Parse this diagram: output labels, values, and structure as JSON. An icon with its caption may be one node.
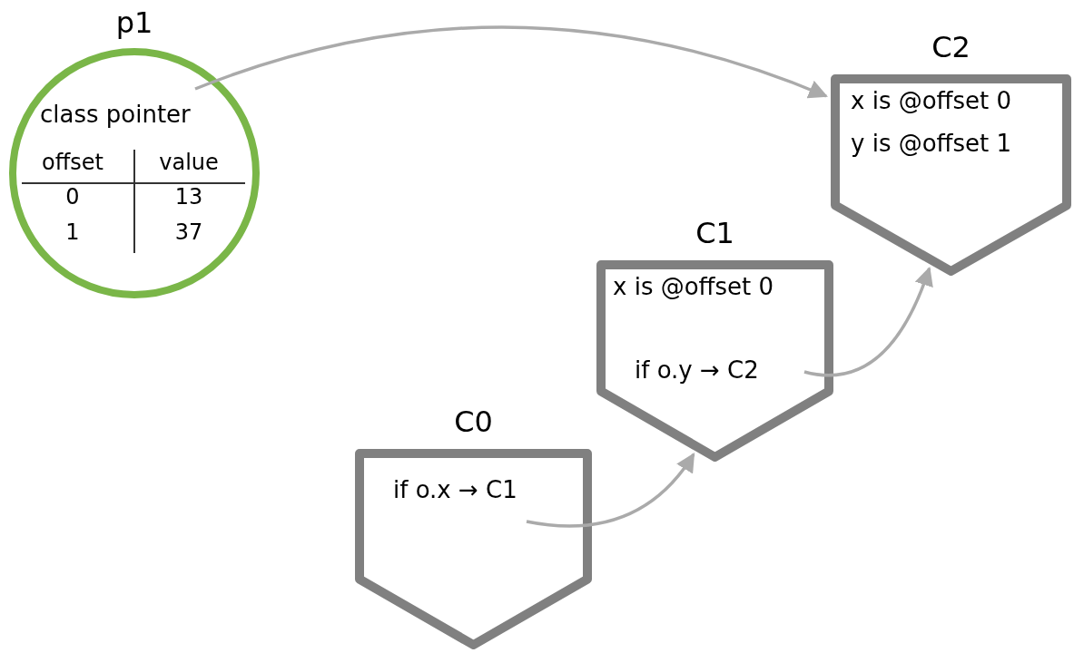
{
  "diagram": {
    "nodes": [
      {
        "text": [
          "p1",
          "class pointer",
          "offset",
          "value",
          "0",
          "13",
          "1",
          "37"
        ]
      },
      {
        "text": [
          "C2",
          "x is @offset 0",
          "y is @offset 1"
        ]
      },
      {
        "text": [
          "C1",
          "x is @offset 0",
          "if o.y → C2"
        ]
      },
      {
        "text": [
          "C0",
          "if o.x → C1"
        ]
      }
    ],
    "edges": [
      {
        "from": 0,
        "to": 1,
        "arrow": "to"
      },
      {
        "from": 2,
        "to": 1,
        "arrow": "to"
      },
      {
        "from": 3,
        "to": 2,
        "arrow": "to"
      }
    ]
  }
}
